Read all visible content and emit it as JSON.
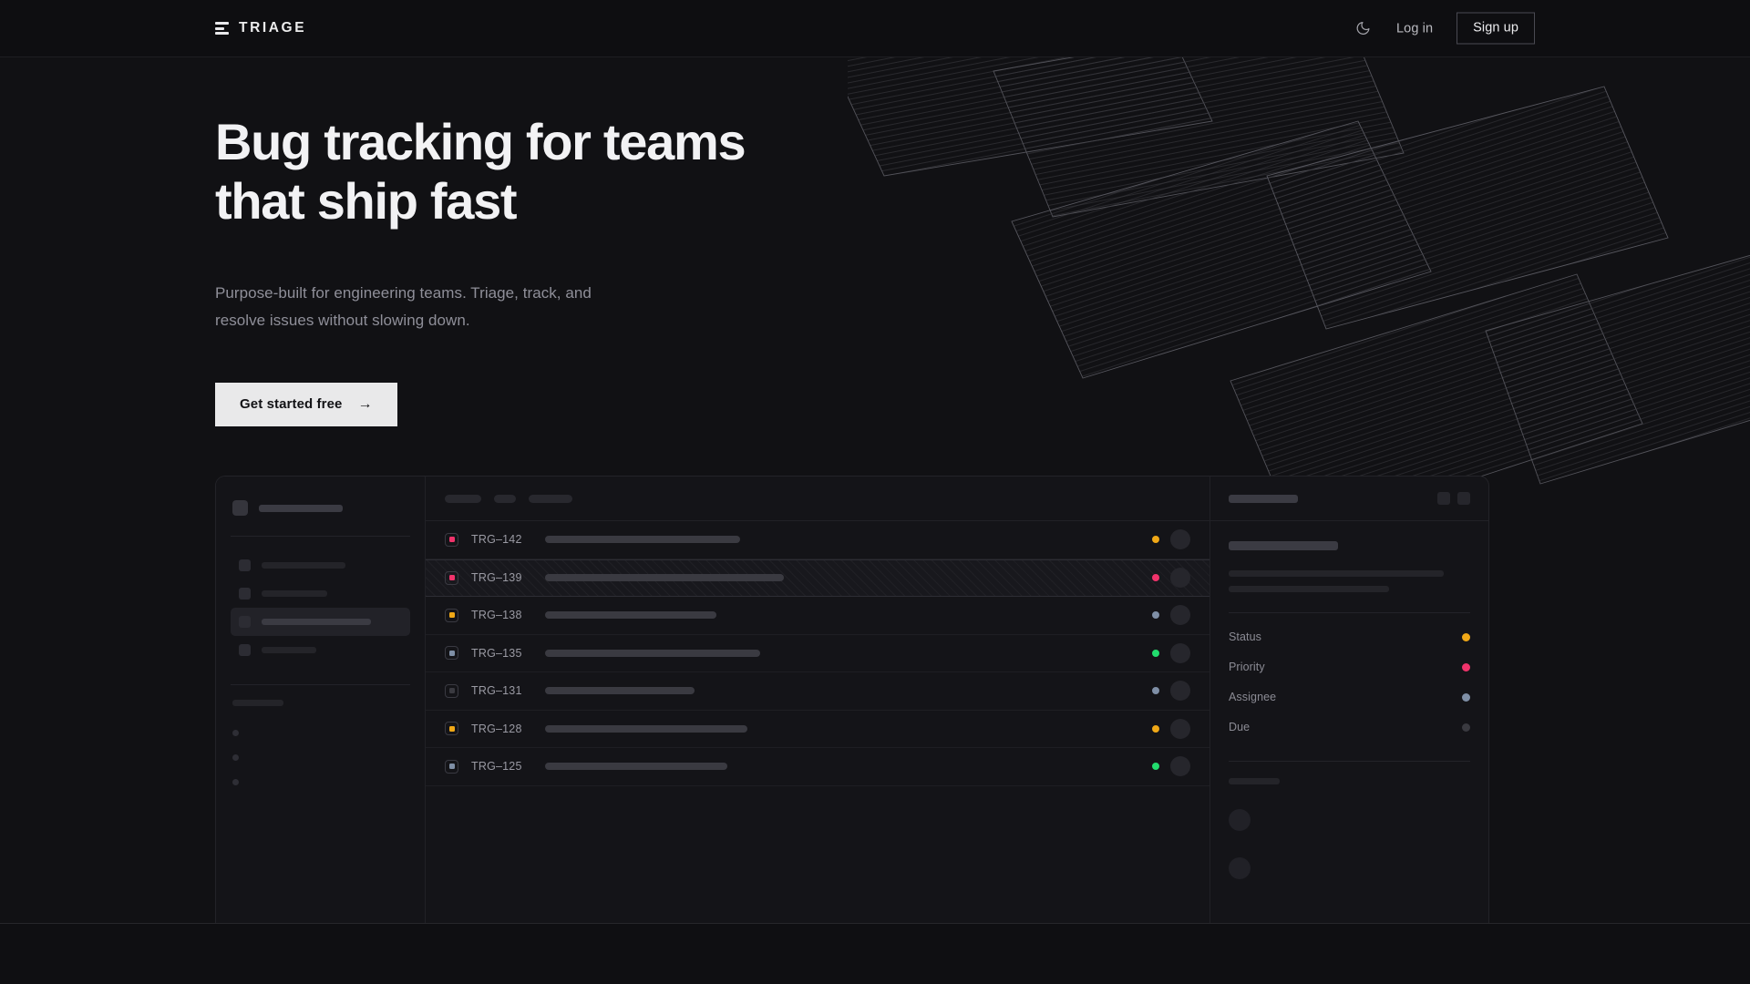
{
  "header": {
    "brand": "TRIAGE",
    "brand_icon": "stacked-bars-logo-icon",
    "theme_toggle_icon": "moon-icon",
    "login_label": "Log in",
    "signup_label": "Sign up"
  },
  "hero": {
    "title": "Bug tracking for teams\nthat ship fast",
    "subtitle": "Purpose-built for engineering teams. Triage, track, and\nresolve issues without slowing down.",
    "cta_label": "Get started free",
    "cta_arrow": "→"
  },
  "colors": {
    "page_bg": "#111114",
    "surface": "#141418",
    "border": "#232328",
    "accent_amber": "#f0a817",
    "accent_pink": "#f0336b",
    "accent_green": "#22dd6e",
    "accent_slate": "#7f8fa6",
    "accent_muted": "#3a3a40",
    "cta_bg": "#e9e9ea",
    "text_primary": "#f2f2f4",
    "text_muted": "#8f8f99"
  },
  "mockup": {
    "sidebar": {
      "workspace_width": 92,
      "nav_items": [
        {
          "width": 92,
          "active": false
        },
        {
          "width": 72,
          "active": false
        },
        {
          "width": 120,
          "active": true
        },
        {
          "width": 60,
          "active": false
        }
      ],
      "section_label_width": 56,
      "sub_items": 3
    },
    "toolbar_pills": [
      40,
      24,
      48
    ],
    "detail": {
      "title_width": 76,
      "action_buttons": 2,
      "heading_width": 120,
      "body_lines": [
        236,
        176
      ],
      "meta": [
        {
          "label": "Status",
          "color": "#f0a817"
        },
        {
          "label": "Priority",
          "color": "#f0336b"
        },
        {
          "label": "Assignee",
          "color": "#7f8fa6"
        },
        {
          "label": "Due",
          "color": "#3a3a40"
        }
      ],
      "activity_label_width": 56,
      "activity_avatars": 2
    },
    "rows": [
      {
        "id": "TRG–142",
        "priority": "#f0336b",
        "status": "#f0a817",
        "title_width": 214,
        "selected": false
      },
      {
        "id": "TRG–139",
        "priority": "#f0336b",
        "status": "#f0336b",
        "title_width": 262,
        "selected": true
      },
      {
        "id": "TRG–138",
        "priority": "#f0a817",
        "status": "#7f8fa6",
        "title_width": 188,
        "selected": false
      },
      {
        "id": "TRG–135",
        "priority": "#7f8fa6",
        "status": "#22dd6e",
        "title_width": 236,
        "selected": false
      },
      {
        "id": "TRG–131",
        "priority": "#3a3a40",
        "status": "#7f8fa6",
        "title_width": 164,
        "selected": false
      },
      {
        "id": "TRG–128",
        "priority": "#f0a817",
        "status": "#f0a817",
        "title_width": 222,
        "selected": false
      },
      {
        "id": "TRG–125",
        "priority": "#7f8fa6",
        "status": "#22dd6e",
        "title_width": 200,
        "selected": false
      }
    ]
  }
}
